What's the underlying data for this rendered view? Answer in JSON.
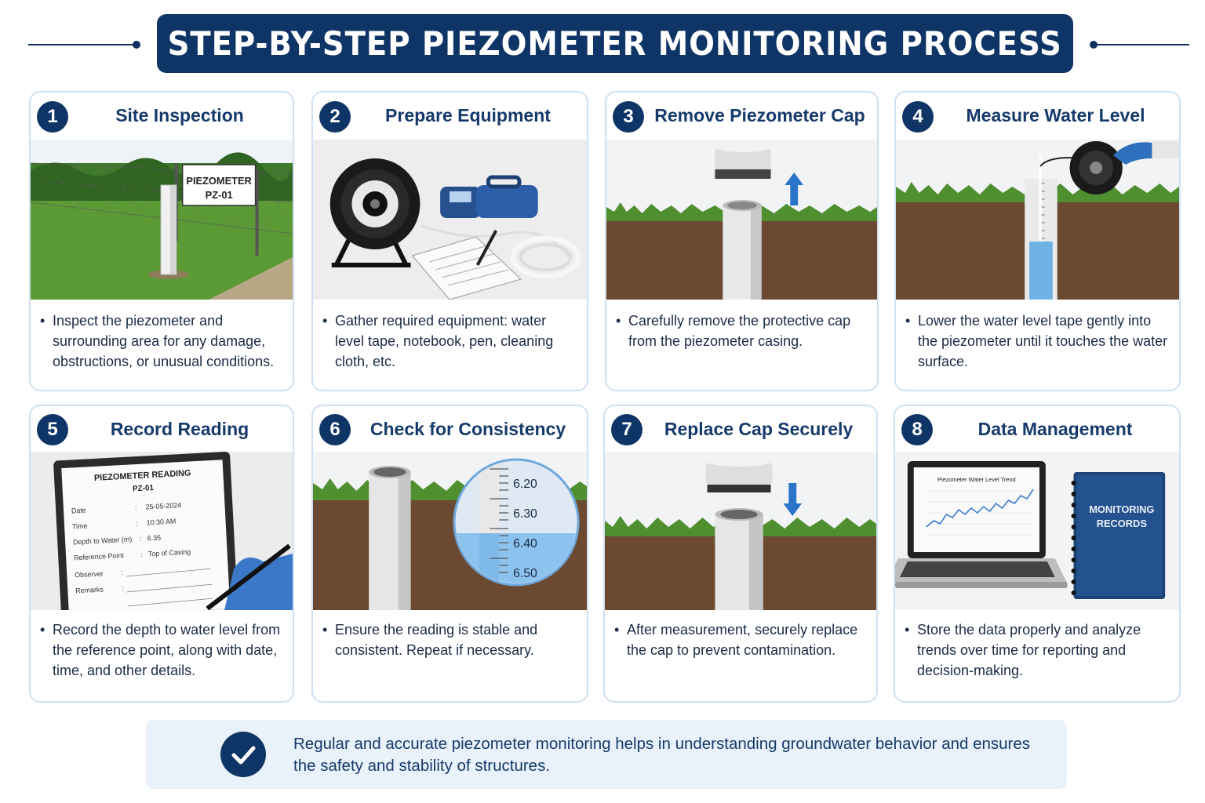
{
  "title": "STEP-BY-STEP PIEZOMETER MONITORING PROCESS",
  "steps": [
    {
      "number": "1",
      "title": "Site Inspection",
      "description": "Inspect the piezometer and surrounding area for any damage, obstructions, or unusual conditions.",
      "sign_line1": "PIEZOMETER",
      "sign_line2": "PZ-01"
    },
    {
      "number": "2",
      "title": "Prepare Equipment",
      "description": "Gather required equipment: water level tape, notebook, pen, cleaning cloth, etc."
    },
    {
      "number": "3",
      "title": "Remove Piezometer Cap",
      "description": "Carefully remove the protective cap from the piezometer casing."
    },
    {
      "number": "4",
      "title": "Measure Water Level",
      "description": "Lower the water level tape gently into the piezometer until it touches the water surface."
    },
    {
      "number": "5",
      "title": "Record Reading",
      "description": "Record the depth to water level from the reference point, along with date, time, and other details.",
      "form": {
        "heading": "PIEZOMETER READING",
        "subheading": "PZ-01",
        "rows": [
          {
            "label": "Date",
            "value": "25-05-2024"
          },
          {
            "label": "Time",
            "value": "10:30 AM"
          },
          {
            "label": "Depth to Water (m)",
            "value": "6.35"
          },
          {
            "label": "Reference Point",
            "value": "Top of Casing"
          },
          {
            "label": "Observer",
            "value": ""
          },
          {
            "label": "Remarks",
            "value": ""
          }
        ]
      }
    },
    {
      "number": "6",
      "title": "Check for Consistency",
      "description": "Ensure the reading is stable and consistent. Repeat if necessary.",
      "gauge_labels": [
        "6.20",
        "6.30",
        "6.40",
        "6.50"
      ]
    },
    {
      "number": "7",
      "title": "Replace Cap Securely",
      "description": "After measurement, securely replace the cap to prevent contamination."
    },
    {
      "number": "8",
      "title": "Data Management",
      "description": "Store the data properly and analyze trends over time for reporting and decision-making.",
      "chart_title": "Piezometer Water Level Trend",
      "binder_line1": "MONITORING",
      "binder_line2": "RECORDS"
    }
  ],
  "footer": {
    "text": "Regular and accurate piezometer monitoring helps in understanding groundwater behavior and ensures the safety and stability of structures.",
    "icon": "check-icon"
  },
  "colors": {
    "navy": "#0f3566",
    "card_border": "#cfe0f2",
    "footer_bg": "#e9f1fa",
    "grass": "#4f8f2f",
    "soil": "#6b4a31",
    "water": "#6fb2e6"
  }
}
